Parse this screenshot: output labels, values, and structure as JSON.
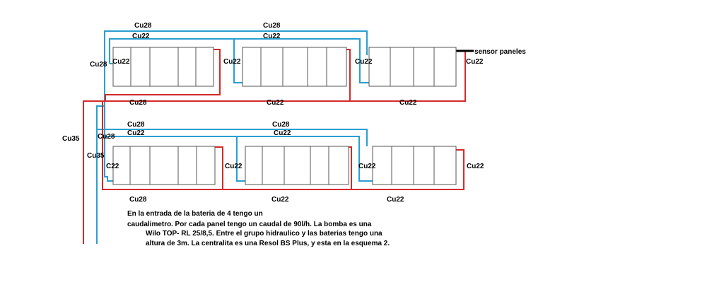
{
  "colors": {
    "cold_pipe": "#2a9fd0",
    "hot_pipe": "#d42a2a",
    "sensor": "#000000",
    "panel_border": "#555555"
  },
  "labels": {
    "top_cu28_1": "Cu28",
    "top_cu28_2": "Cu28",
    "top_cu22_1": "Cu22",
    "top_cu22_2": "Cu22",
    "left_cu28_top": "Cu28",
    "in_cu22_p1": "Cu22",
    "in_cu22_p2": "Cu22",
    "in_cu22_p3": "Cu22",
    "out_cu22_top": "Cu22",
    "sensor": "sensor paneles",
    "bottom_cu28_row1": "Cu28",
    "bottom_cu22_row1_a": "Cu22",
    "bottom_cu22_row1_b": "Cu22",
    "cu35_left": "Cu35",
    "row2_cu28_1": "Cu28",
    "row2_cu28_2": "Cu28",
    "row2_cu22_1": "Cu22",
    "row2_cu22_2": "Cu22",
    "row2_left_cu28": "Cu28",
    "cu35_inner": "Cu35",
    "row2_in_c22": "C22",
    "row2_in_cu22_p2": "Cu22",
    "row2_in_cu22_p3": "Cu22",
    "row2_out_cu22": "Cu22",
    "bottom_cu28_row2": "Cu28",
    "bottom_cu22_row2_a": "Cu22",
    "bottom_cu22_row2_b": "Cu22"
  },
  "notes": [
    "En la entrada de la bateria de 4 tengo un",
    "caudalimetro",
    ". Por cada panel tengo un caudal de 90l/h. La bomba es una",
    "Wilo TOP- RL 25/8,5. Entre el grupo hidraulico y las baterias tengo una",
    "altura de 3m. La centralita es una Resol BS Plus, y esta en la esquema 2."
  ]
}
